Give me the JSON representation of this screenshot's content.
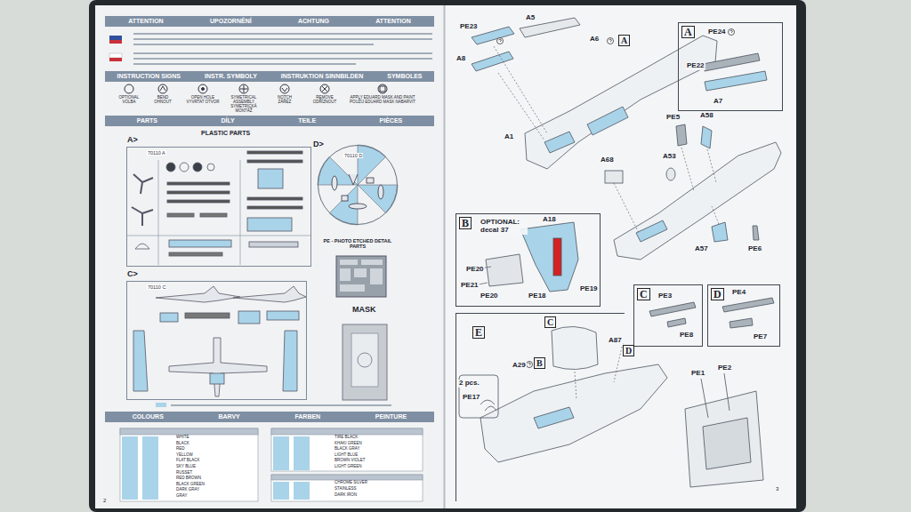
{
  "diagram": {
    "nodes": [
      {
        "text": [
          "ATTENTION",
          "UPOZORNĚNÍ",
          "ACHTUNG",
          "ATTENTION"
        ]
      },
      {
        "text": [
          "INSTRUCTION SIGNS",
          "INSTR. SYMBOLY",
          "INSTRUKTION SINNBILDEN",
          "SYMBOLES"
        ]
      },
      {
        "text": [
          "PARTS",
          "DÍLY",
          "TEILE",
          "PIÈCES"
        ]
      },
      {
        "text": [
          "A>",
          "70110 A"
        ]
      },
      {
        "text": [
          "D>",
          "70110 D"
        ]
      },
      {
        "text": [
          "C>",
          "70110 C"
        ]
      },
      {
        "text": [
          "COLOURS",
          "BARVY",
          "FARBEN",
          "PEINTURE"
        ]
      },
      {
        "text": [
          "A",
          "PE24",
          "PE22",
          "A7"
        ]
      },
      {
        "text": [
          "B",
          "OPTIONAL: decal 37",
          "A18",
          "PE20",
          "PE21",
          "PE20",
          "PE18",
          "PE19"
        ]
      },
      {
        "text": [
          "C",
          "PE3",
          "PE8"
        ]
      },
      {
        "text": [
          "D",
          "PE4",
          "PE7"
        ]
      },
      {
        "text": [
          "E",
          "A87",
          "A29",
          "2 pcs.",
          "PE17"
        ]
      }
    ],
    "labels": [
      "PLASTIC PARTS",
      "OPTIONAL VOLBA",
      "BEND OHNOUT",
      "OPEN HOLE VYVRTAT OTVOR",
      "SYMETRICAL ASSEMBLY SYMETRICKÁ MONTÁŽ",
      "NOTCH ZÁŘEZ",
      "REMOVE ODŘÍZNOUT",
      "APPLY EDUARD MASK AND PAINT POUŽIJ EDUARD MASK NABARVIT",
      "PE - PHOTO ETCHED DETAIL PARTS",
      "MASK",
      "WHITE",
      "BLACK",
      "RED",
      "YELLOW",
      "FLAT BLACK",
      "SKY BLUE",
      "RUSSET",
      "RED BROWN",
      "BLACK GREEN",
      "DARK GRAY",
      "GRAY",
      "TIRE BLACK",
      "KHAKI GREEN",
      "BLACK GRAY",
      "LIGHT BLUE",
      "BROWN VIOLET",
      "LIGHT GREEN",
      "CHROME SILVER",
      "STAINLESS",
      "DARK IRON",
      "2",
      "3",
      "PE23",
      "A5",
      "A8",
      "A6",
      "A",
      "A1",
      "PE5",
      "A58",
      "A53",
      "A68",
      "A57",
      "PE6",
      "C",
      "D",
      "B",
      "PE1",
      "PE2"
    ]
  }
}
